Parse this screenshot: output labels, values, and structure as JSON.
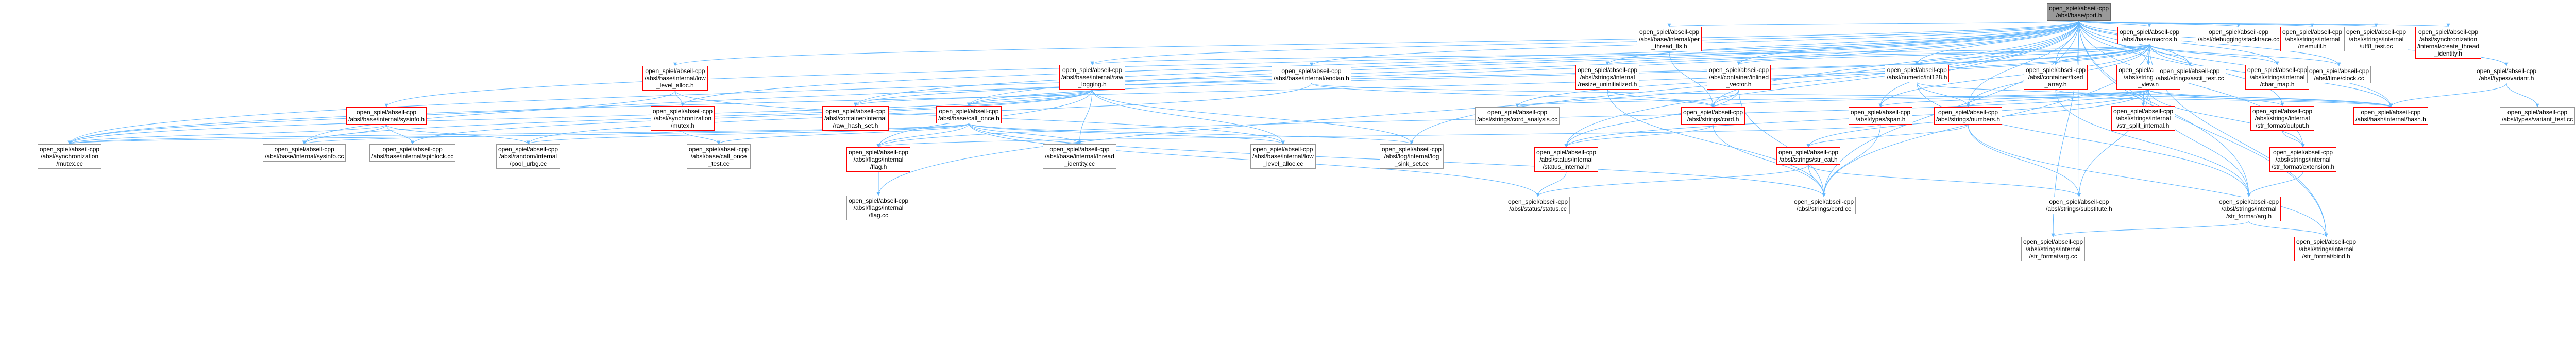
{
  "colors": {
    "edge": "#63b8ff",
    "node_border": "#999999",
    "highlight_border": "#ff0000",
    "root_fill": "#999999"
  },
  "nodes": [
    {
      "id": "root",
      "lines": [
        "open_spiel/abseil-cpp",
        "/absl/base/port.h"
      ],
      "kind": "root"
    },
    {
      "id": "cthread",
      "lines": [
        "open_spiel/abseil-cpp",
        "/absl/base/internal/per",
        "_thread_tls.h"
      ],
      "kind": "red"
    },
    {
      "id": "macros",
      "lines": [
        "open_spiel/abseil-cpp",
        "/absl/base/macros.h"
      ],
      "kind": "red"
    },
    {
      "id": "stacktrace",
      "lines": [
        "open_spiel/abseil-cpp",
        "/absl/debugging/stacktrace.cc"
      ],
      "kind": "plain"
    },
    {
      "id": "memutil",
      "lines": [
        "open_spiel/abseil-cpp",
        "/absl/strings/internal",
        "/memutil.h"
      ],
      "kind": "red"
    },
    {
      "id": "utf8test",
      "lines": [
        "open_spiel/abseil-cpp",
        "/absl/strings/internal",
        "/utf8_test.cc"
      ],
      "kind": "plain"
    },
    {
      "id": "createthread",
      "lines": [
        "open_spiel/abseil-cpp",
        "/absl/synchronization",
        "/internal/create_thread",
        "_identity.h"
      ],
      "kind": "red"
    },
    {
      "id": "lowlevelalloc",
      "lines": [
        "open_spiel/abseil-cpp",
        "/absl/base/internal/low",
        "_level_alloc.h"
      ],
      "kind": "red"
    },
    {
      "id": "rawlogging",
      "lines": [
        "open_spiel/abseil-cpp",
        "/absl/base/internal/raw",
        "_logging.h"
      ],
      "kind": "red"
    },
    {
      "id": "endian",
      "lines": [
        "open_spiel/abseil-cpp",
        "/absl/base/internal/endian.h"
      ],
      "kind": "red"
    },
    {
      "id": "resizeuninit",
      "lines": [
        "open_spiel/abseil-cpp",
        "/absl/strings/internal",
        "/resize_uninitialized.h"
      ],
      "kind": "red"
    },
    {
      "id": "inlinedvector",
      "lines": [
        "open_spiel/abseil-cpp",
        "/absl/container/inlined",
        "_vector.h"
      ],
      "kind": "red"
    },
    {
      "id": "stringview",
      "lines": [
        "open_spiel/abseil-cpp",
        "/absl/strings/string",
        "_view.h"
      ],
      "kind": "red"
    },
    {
      "id": "int128",
      "lines": [
        "open_spiel/abseil-cpp",
        "/absl/numeric/int128.h"
      ],
      "kind": "red"
    },
    {
      "id": "fixedarray",
      "lines": [
        "open_spiel/abseil-cpp",
        "/absl/container/fixed",
        "_array.h"
      ],
      "kind": "red"
    },
    {
      "id": "asciitest",
      "lines": [
        "open_spiel/abseil-cpp",
        "/absl/strings/ascii_test.cc"
      ],
      "kind": "plain"
    },
    {
      "id": "charmap",
      "lines": [
        "open_spiel/abseil-cpp",
        "/absl/strings/internal",
        "/char_map.h"
      ],
      "kind": "red"
    },
    {
      "id": "clock",
      "lines": [
        "open_spiel/abseil-cpp",
        "/absl/time/clock.cc"
      ],
      "kind": "plain"
    },
    {
      "id": "variant",
      "lines": [
        "open_spiel/abseil-cpp",
        "/absl/types/variant.h"
      ],
      "kind": "red"
    },
    {
      "id": "sysinfo",
      "lines": [
        "open_spiel/abseil-cpp",
        "/absl/base/internal/sysinfo.h"
      ],
      "kind": "red"
    },
    {
      "id": "kernmutex",
      "lines": [
        "open_spiel/abseil-cpp",
        "/absl/synchronization",
        "/mutex.h"
      ],
      "kind": "red"
    },
    {
      "id": "hashset",
      "lines": [
        "open_spiel/abseil-cpp",
        "/absl/container/internal",
        "/raw_hash_set.h"
      ],
      "kind": "red"
    },
    {
      "id": "callonce",
      "lines": [
        "open_spiel/abseil-cpp",
        "/absl/base/call_once.h"
      ],
      "kind": "red"
    },
    {
      "id": "cordanalysis",
      "lines": [
        "open_spiel/abseil-cpp",
        "/absl/strings/cord_analysis.cc"
      ],
      "kind": "plain"
    },
    {
      "id": "cordh",
      "lines": [
        "open_spiel/abseil-cpp",
        "/absl/strings/cord.h"
      ],
      "kind": "red"
    },
    {
      "id": "span",
      "lines": [
        "open_spiel/abseil-cpp",
        "/absl/types/span.h"
      ],
      "kind": "red"
    },
    {
      "id": "numbers",
      "lines": [
        "open_spiel/abseil-cpp",
        "/absl/strings/numbers.h"
      ],
      "kind": "red"
    },
    {
      "id": "strsplitinternal",
      "lines": [
        "open_spiel/abseil-cpp",
        "/absl/strings/internal",
        "/str_split_internal.h"
      ],
      "kind": "red"
    },
    {
      "id": "strformatoutput",
      "lines": [
        "open_spiel/abseil-cpp",
        "/absl/strings/internal",
        "/str_format/output.h"
      ],
      "kind": "red"
    },
    {
      "id": "hashinternal",
      "lines": [
        "open_spiel/abseil-cpp",
        "/absl/hash/internal/hash.h"
      ],
      "kind": "red"
    },
    {
      "id": "varianttest",
      "lines": [
        "open_spiel/abseil-cpp",
        "/absl/types/variant_test.cc"
      ],
      "kind": "plain"
    },
    {
      "id": "mutexcc",
      "lines": [
        "open_spiel/abseil-cpp",
        "/absl/synchronization",
        "/mutex.cc"
      ],
      "kind": "plain"
    },
    {
      "id": "sysinfocc",
      "lines": [
        "open_spiel/abseil-cpp",
        "/absl/base/internal/sysinfo.cc"
      ],
      "kind": "plain"
    },
    {
      "id": "spinlock",
      "lines": [
        "open_spiel/abseil-cpp",
        "/absl/base/internal/spinlock.cc"
      ],
      "kind": "plain"
    },
    {
      "id": "randompool",
      "lines": [
        "open_spiel/abseil-cpp",
        "/absl/random/internal",
        "/pool_urbg.cc"
      ],
      "kind": "plain"
    },
    {
      "id": "calloncetest",
      "lines": [
        "open_spiel/abseil-cpp",
        "/absl/base/call_once",
        "_test.cc"
      ],
      "kind": "plain"
    },
    {
      "id": "flagh",
      "lines": [
        "open_spiel/abseil-cpp",
        "/absl/flags/internal",
        "/flag.h"
      ],
      "kind": "red"
    },
    {
      "id": "threadidentity",
      "lines": [
        "open_spiel/abseil-cpp",
        "/absl/base/internal/thread",
        "_identity.cc"
      ],
      "kind": "plain"
    },
    {
      "id": "lowlevelalloccc",
      "lines": [
        "open_spiel/abseil-cpp",
        "/absl/base/internal/low",
        "_level_alloc.cc"
      ],
      "kind": "plain"
    },
    {
      "id": "logsink",
      "lines": [
        "open_spiel/abseil-cpp",
        "/absl/log/internal/log",
        "_sink_set.cc"
      ],
      "kind": "plain"
    },
    {
      "id": "statusinternal",
      "lines": [
        "open_spiel/abseil-cpp",
        "/absl/status/internal",
        "/status_internal.h"
      ],
      "kind": "red"
    },
    {
      "id": "strcat",
      "lines": [
        "open_spiel/abseil-cpp",
        "/absl/strings/str_cat.h"
      ],
      "kind": "red"
    },
    {
      "id": "extension",
      "lines": [
        "open_spiel/abseil-cpp",
        "/absl/strings/internal",
        "/str_format/extension.h"
      ],
      "kind": "red"
    },
    {
      "id": "flagcc",
      "lines": [
        "open_spiel/abseil-cpp",
        "/absl/flags/internal",
        "/flag.cc"
      ],
      "kind": "plain"
    },
    {
      "id": "statuscc",
      "lines": [
        "open_spiel/abseil-cpp",
        "/absl/status/status.cc"
      ],
      "kind": "plain"
    },
    {
      "id": "cordcc",
      "lines": [
        "open_spiel/abseil-cpp",
        "/absl/strings/cord.cc"
      ],
      "kind": "plain"
    },
    {
      "id": "substitute",
      "lines": [
        "open_spiel/abseil-cpp",
        "/absl/strings/substitute.h"
      ],
      "kind": "red"
    },
    {
      "id": "argh",
      "lines": [
        "open_spiel/abseil-cpp",
        "/absl/strings/internal",
        "/str_format/arg.h"
      ],
      "kind": "red"
    },
    {
      "id": "argcc",
      "lines": [
        "open_spiel/abseil-cpp",
        "/absl/strings/internal",
        "/str_format/arg.cc"
      ],
      "kind": "plain"
    },
    {
      "id": "bindh",
      "lines": [
        "open_spiel/abseil-cpp",
        "/absl/strings/internal",
        "/str_format/bind.h"
      ],
      "kind": "red"
    }
  ],
  "edges": [
    [
      "root",
      "cthread"
    ],
    [
      "root",
      "macros"
    ],
    [
      "root",
      "stacktrace"
    ],
    [
      "root",
      "memutil"
    ],
    [
      "root",
      "utf8test"
    ],
    [
      "root",
      "createthread"
    ],
    [
      "root",
      "lowlevelalloc"
    ],
    [
      "root",
      "rawlogging"
    ],
    [
      "root",
      "endian"
    ],
    [
      "root",
      "resizeuninit"
    ],
    [
      "root",
      "inlinedvector"
    ],
    [
      "root",
      "stringview"
    ],
    [
      "root",
      "int128"
    ],
    [
      "root",
      "fixedarray"
    ],
    [
      "root",
      "asciitest"
    ],
    [
      "root",
      "charmap"
    ],
    [
      "root",
      "clock"
    ],
    [
      "root",
      "variant"
    ],
    [
      "root",
      "sysinfo"
    ],
    [
      "root",
      "kernmutex"
    ],
    [
      "root",
      "hashset"
    ],
    [
      "root",
      "callonce"
    ],
    [
      "root",
      "cordh"
    ],
    [
      "root",
      "span"
    ],
    [
      "root",
      "numbers"
    ],
    [
      "root",
      "strformatoutput"
    ],
    [
      "root",
      "hashinternal"
    ],
    [
      "root",
      "mutexcc"
    ],
    [
      "root",
      "sysinfocc"
    ],
    [
      "root",
      "statusinternal"
    ],
    [
      "root",
      "extension"
    ],
    [
      "root",
      "cordcc"
    ],
    [
      "root",
      "substitute"
    ],
    [
      "root",
      "argh"
    ],
    [
      "root",
      "argcc"
    ],
    [
      "root",
      "bindh"
    ],
    [
      "root",
      "logsink"
    ],
    [
      "root",
      "flagcc"
    ],
    [
      "cthread",
      "cordh"
    ],
    [
      "macros",
      "rawlogging"
    ],
    [
      "macros",
      "resizeuninit"
    ],
    [
      "macros",
      "inlinedvector"
    ],
    [
      "macros",
      "stringview"
    ],
    [
      "macros",
      "int128"
    ],
    [
      "macros",
      "fixedarray"
    ],
    [
      "macros",
      "asciitest"
    ],
    [
      "macros",
      "charmap"
    ],
    [
      "macros",
      "clock"
    ],
    [
      "macros",
      "hashset"
    ],
    [
      "macros",
      "callonce"
    ],
    [
      "macros",
      "cordanalysis"
    ],
    [
      "macros",
      "span"
    ],
    [
      "macros",
      "numbers"
    ],
    [
      "macros",
      "strsplitinternal"
    ],
    [
      "macros",
      "hashinternal"
    ],
    [
      "macros",
      "mutexcc"
    ],
    [
      "macros",
      "cordcc"
    ],
    [
      "macros",
      "bindh"
    ],
    [
      "lowlevelalloc",
      "kernmutex"
    ],
    [
      "lowlevelalloc",
      "lowlevelalloccc"
    ],
    [
      "lowlevelalloc",
      "mutexcc"
    ],
    [
      "rawlogging",
      "callonce"
    ],
    [
      "rawlogging",
      "hashset"
    ],
    [
      "rawlogging",
      "sysinfocc"
    ],
    [
      "rawlogging",
      "spinlock"
    ],
    [
      "rawlogging",
      "threadidentity"
    ],
    [
      "rawlogging",
      "lowlevelalloccc"
    ],
    [
      "rawlogging",
      "logsink"
    ],
    [
      "rawlogging",
      "mutexcc"
    ],
    [
      "rawlogging",
      "flagh"
    ],
    [
      "endian",
      "cordh"
    ],
    [
      "endian",
      "randompool"
    ],
    [
      "endian",
      "hashinternal"
    ],
    [
      "resizeuninit",
      "cordh"
    ],
    [
      "resizeuninit",
      "cordcc"
    ],
    [
      "inlinedvector",
      "cordh"
    ],
    [
      "inlinedvector",
      "statusinternal"
    ],
    [
      "inlinedvector",
      "cordcc"
    ],
    [
      "stringview",
      "cordanalysis"
    ],
    [
      "stringview",
      "cordh"
    ],
    [
      "stringview",
      "span"
    ],
    [
      "stringview",
      "numbers"
    ],
    [
      "stringview",
      "strsplitinternal"
    ],
    [
      "stringview",
      "strformatoutput"
    ],
    [
      "stringview",
      "hashinternal"
    ],
    [
      "stringview",
      "strcat"
    ],
    [
      "stringview",
      "extension"
    ],
    [
      "stringview",
      "substitute"
    ],
    [
      "stringview",
      "argh"
    ],
    [
      "stringview",
      "flagh"
    ],
    [
      "stringview",
      "statusinternal"
    ],
    [
      "int128",
      "numbers"
    ],
    [
      "int128",
      "hashinternal"
    ],
    [
      "int128",
      "argh"
    ],
    [
      "fixedarray",
      "hashinternal"
    ],
    [
      "fixedarray",
      "argh"
    ],
    [
      "variant",
      "varianttest"
    ],
    [
      "variant",
      "hashinternal"
    ],
    [
      "sysinfo",
      "sysinfocc"
    ],
    [
      "sysinfo",
      "spinlock"
    ],
    [
      "sysinfo",
      "randompool"
    ],
    [
      "sysinfo",
      "mutexcc"
    ],
    [
      "kernmutex",
      "mutexcc"
    ],
    [
      "kernmutex",
      "calloncetest"
    ],
    [
      "callonce",
      "calloncetest"
    ],
    [
      "callonce",
      "randompool"
    ],
    [
      "callonce",
      "flagh"
    ],
    [
      "callonce",
      "logsink"
    ],
    [
      "callonce",
      "threadidentity"
    ],
    [
      "callonce",
      "lowlevelalloccc"
    ],
    [
      "callonce",
      "statuscc"
    ],
    [
      "callonce",
      "cordcc"
    ],
    [
      "callonce",
      "sysinfocc"
    ],
    [
      "callonce",
      "mutexcc"
    ],
    [
      "cordh",
      "cordcc"
    ],
    [
      "cordh",
      "statusinternal"
    ],
    [
      "span",
      "cordcc"
    ],
    [
      "span",
      "flagh"
    ],
    [
      "numbers",
      "strcat"
    ],
    [
      "numbers",
      "substitute"
    ],
    [
      "numbers",
      "bindh"
    ],
    [
      "strformatoutput",
      "extension"
    ],
    [
      "flagh",
      "flagcc"
    ],
    [
      "statusinternal",
      "statuscc"
    ],
    [
      "strcat",
      "statuscc"
    ],
    [
      "strcat",
      "cordcc"
    ],
    [
      "strcat",
      "substitute"
    ],
    [
      "extension",
      "argh"
    ],
    [
      "argh",
      "argcc"
    ],
    [
      "argh",
      "bindh"
    ]
  ]
}
